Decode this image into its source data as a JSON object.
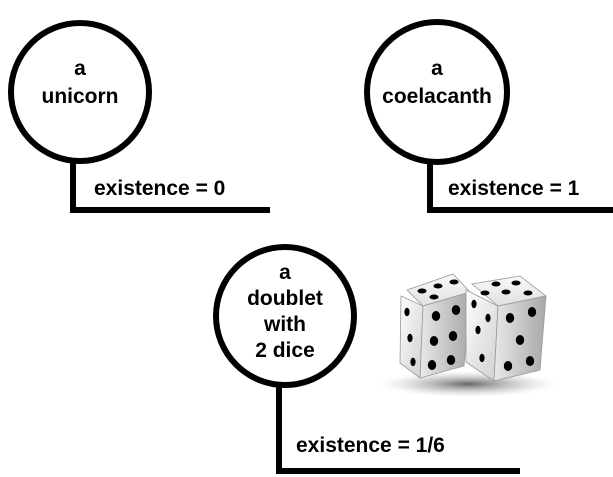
{
  "nodes": [
    {
      "id": "unicorn",
      "label_lines": [
        "a",
        "unicorn"
      ],
      "value_text": "existence = 0"
    },
    {
      "id": "coelacanth",
      "label_lines": [
        "a",
        "coelacanth"
      ],
      "value_text": "existence = 1"
    },
    {
      "id": "doublet",
      "label_lines": [
        "a",
        "doublet",
        "with",
        "2 dice"
      ],
      "value_text": "existence = 1/6"
    }
  ],
  "illustration": {
    "icon": "dice-pair-icon",
    "colors": {
      "face": "#f2f2f2",
      "pip": "#000000",
      "shadow": "#9a9a9a"
    }
  }
}
